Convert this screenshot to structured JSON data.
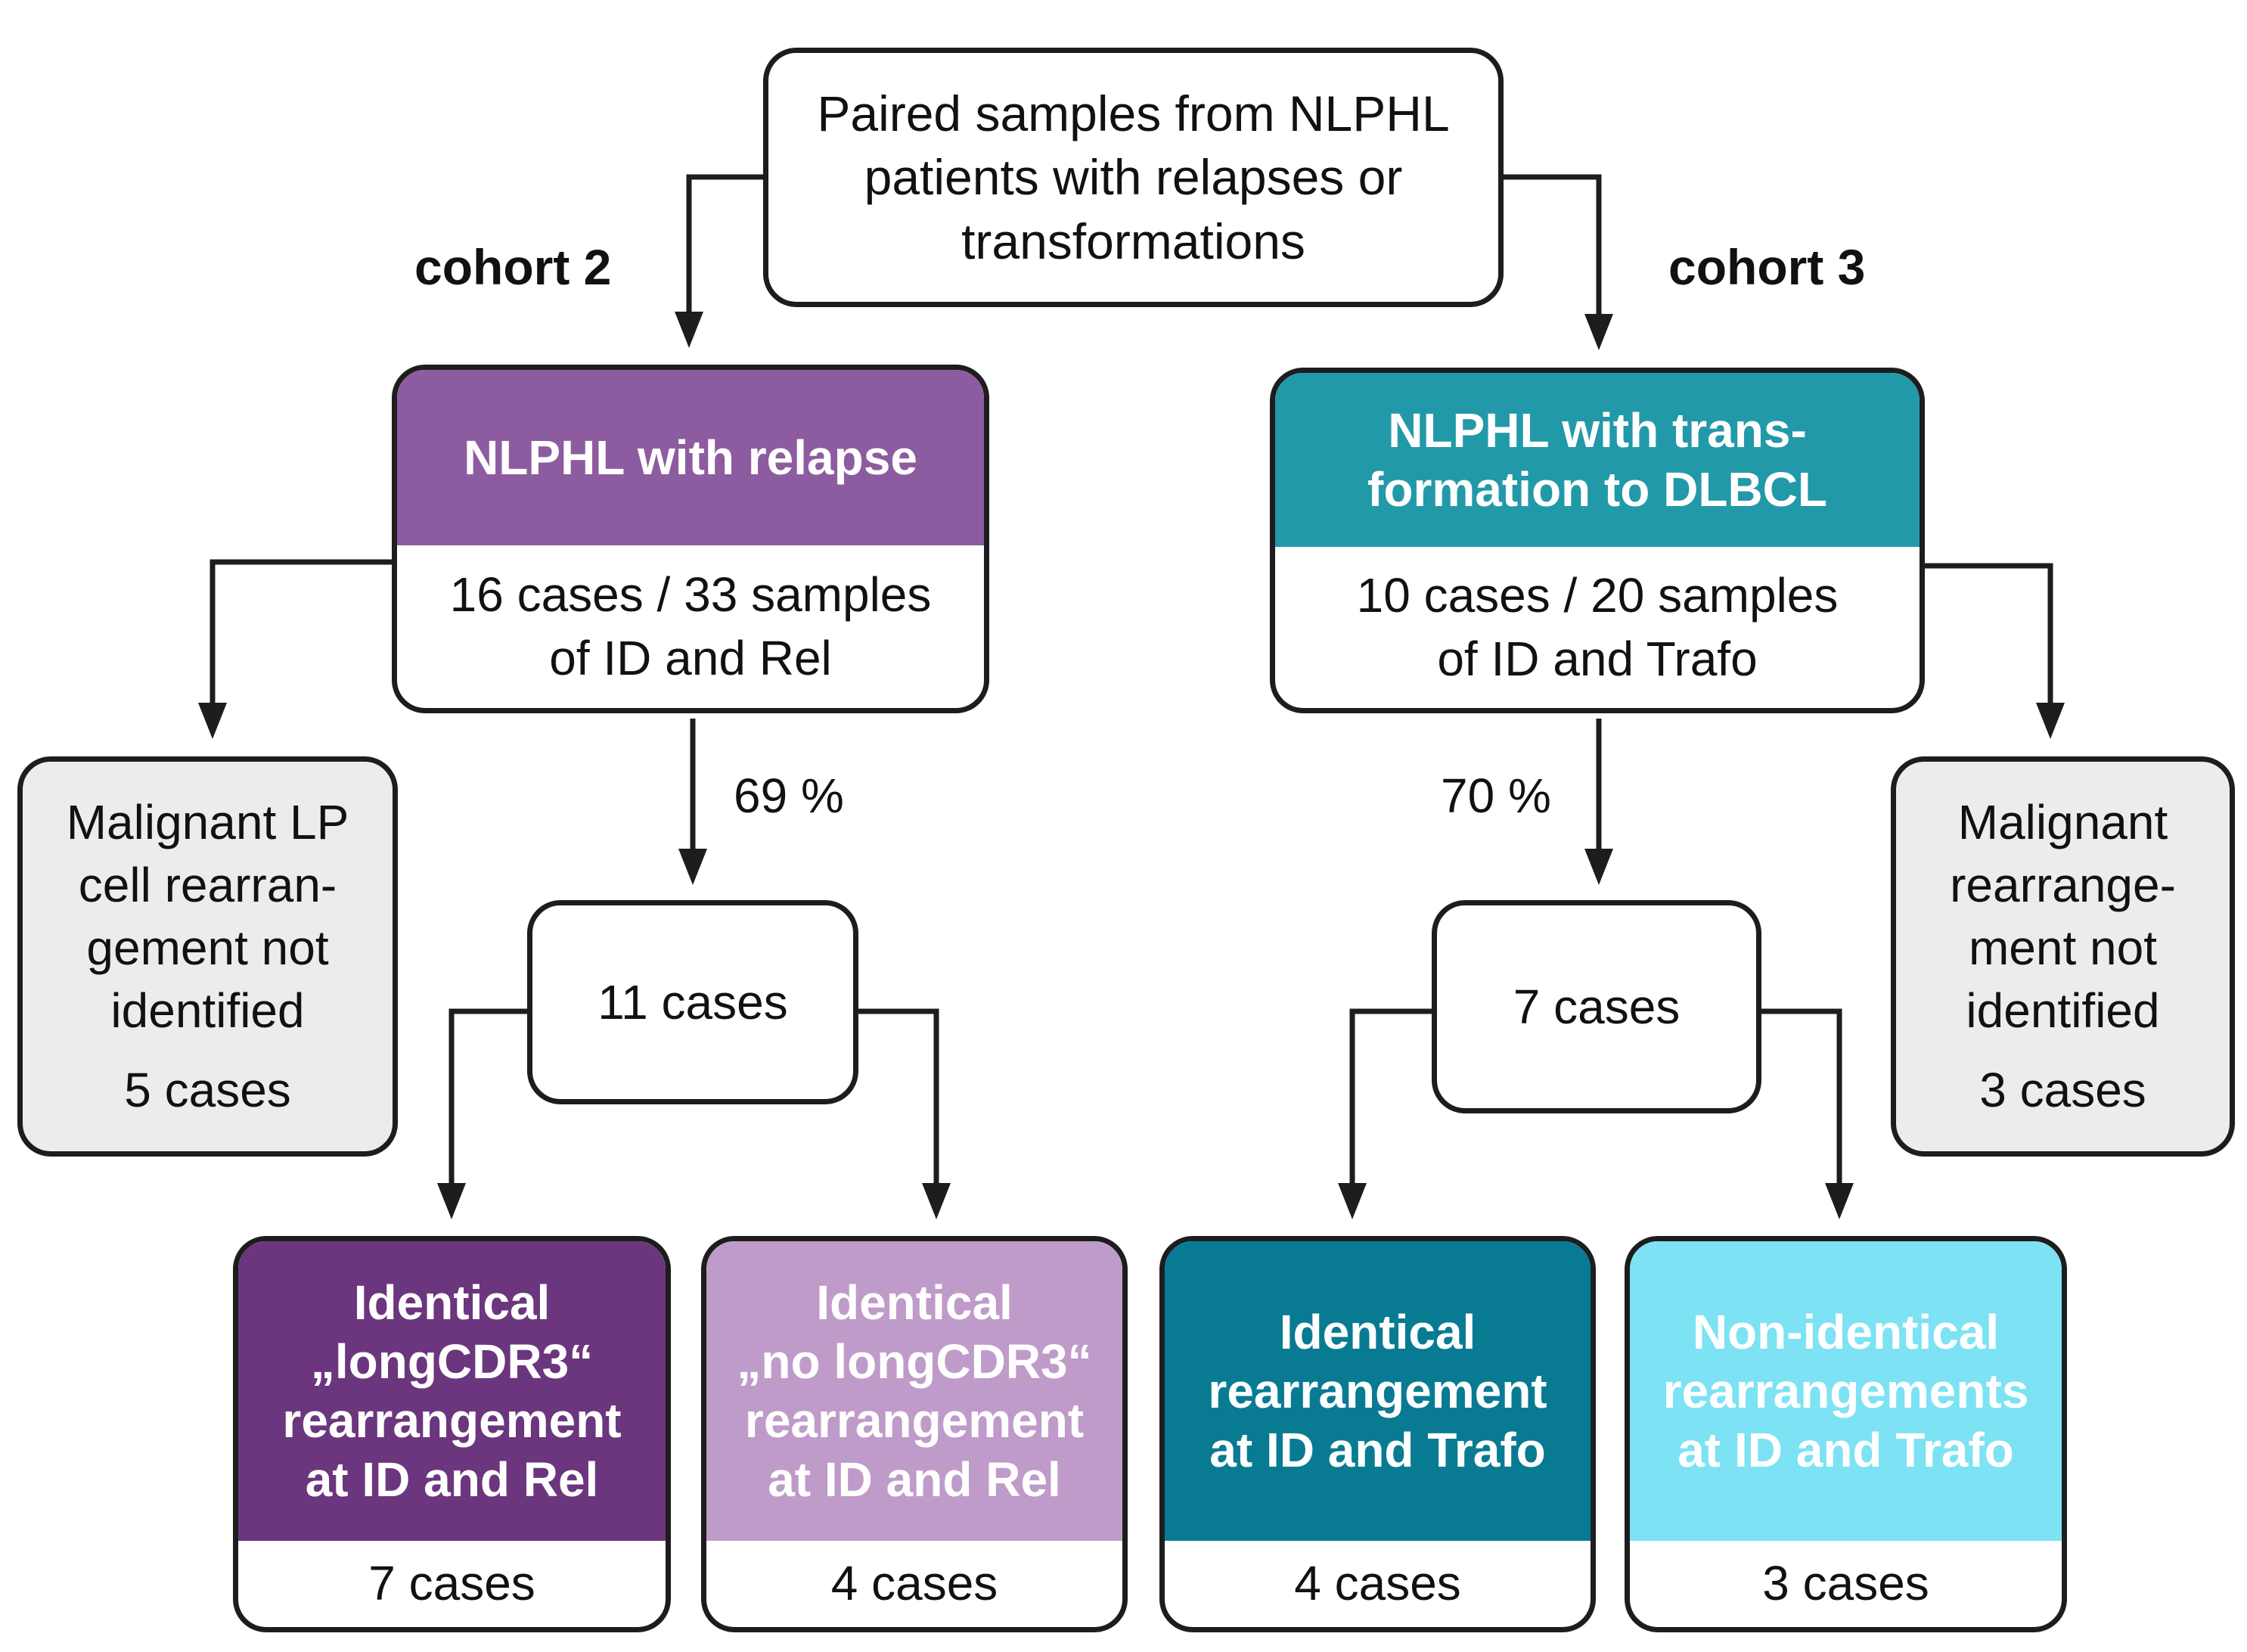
{
  "root": {
    "text": "Paired samples from NLPHL\npatients with relapses or\ntransformations"
  },
  "cohorts": {
    "left": {
      "label": "cohort 2",
      "title": "NLPHL with relapse",
      "summary": "16 cases / 33 samples\nof ID and Rel",
      "color": "#8d5ca0",
      "not_identified": {
        "text": "Malignant LP\ncell rearran-\ngement not\nidentified",
        "count": "5 cases"
      },
      "percent": "69 %",
      "identified": "11 cases",
      "outcomes": [
        {
          "title": "Identical\n„longCDR3“\nrearrangement\nat ID and Rel",
          "count": "7 cases",
          "color": "#6b367e"
        },
        {
          "title": "Identical\n„no longCDR3“\nrearrangement\nat ID and Rel",
          "count": "4 cases",
          "color": "#bf9bc9"
        }
      ]
    },
    "right": {
      "label": "cohort 3",
      "title": "NLPHL with trans-\nformation to DLBCL",
      "summary": "10 cases / 20 samples\nof ID and Trafo",
      "color": "#2299a8",
      "not_identified": {
        "text": "Malignant\nrearrange-\nment not\nidentified",
        "count": "3 cases"
      },
      "percent": "70 %",
      "identified": "7 cases",
      "outcomes": [
        {
          "title": "Identical\nrearrangement\nat ID and Trafo",
          "count": "4 cases",
          "color": "#087b93"
        },
        {
          "title": "Non-identical\nrearrangements\nat ID and Trafo",
          "count": "3 cases",
          "color": "#7de2f4"
        }
      ]
    }
  },
  "colors": {
    "line": "#1d1d1d",
    "gray_box": "#ececec"
  }
}
